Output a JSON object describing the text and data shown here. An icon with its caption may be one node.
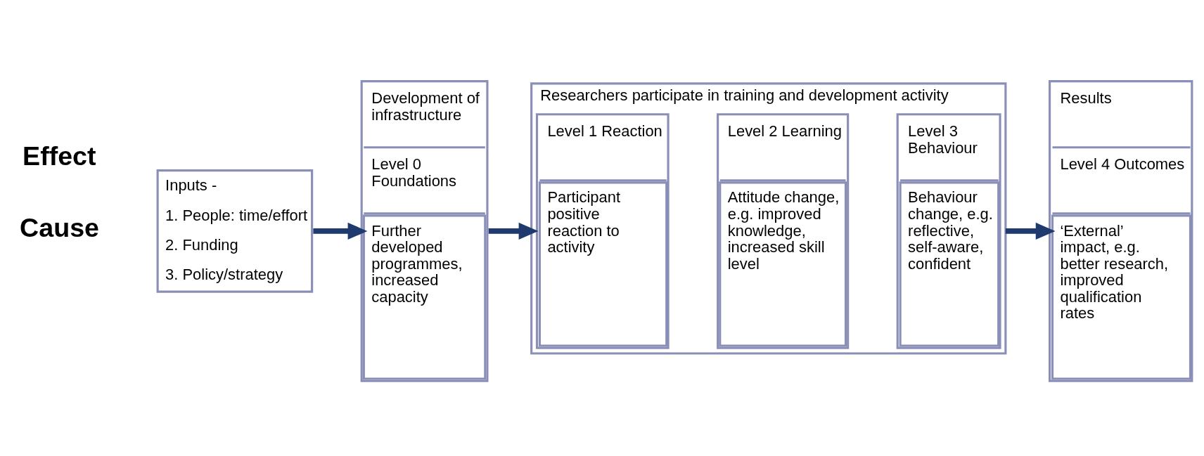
{
  "diagram": {
    "nodes": [
      {
        "text": [
          "Inputs -",
          "1. People: time/effort",
          "2. Funding",
          "3. Policy/strategy"
        ]
      },
      {
        "text": [
          "Development of infrastructure",
          "Level 0 Foundations",
          "Further developed programmes, increased capacity"
        ]
      },
      {
        "text": [
          "Researchers participate in training and development activity"
        ]
      },
      {
        "text": [
          "Level 1 Reaction",
          "Participant positive reaction to activity"
        ],
        "in": 2
      },
      {
        "text": [
          "Level 2 Learning",
          "Attitude change, e.g. improved knowledge, increased skill level"
        ],
        "in": 2
      },
      {
        "text": [
          "Level 3 Behaviour",
          "Behaviour change, e.g. reflective, self-aware, confident"
        ],
        "in": 2
      },
      {
        "text": [
          "Results",
          "Level 4 Outcomes",
          "‘External’ impact, e.g. better research, improved qualification rates"
        ]
      }
    ],
    "edges": [
      {
        "from": 0,
        "to": 1,
        "arrow": "to"
      },
      {
        "from": 1,
        "to": 2,
        "arrow": "to"
      },
      {
        "from": 2,
        "to": 6,
        "arrow": "to"
      }
    ],
    "labels": [
      "Cause",
      "Effect"
    ]
  }
}
